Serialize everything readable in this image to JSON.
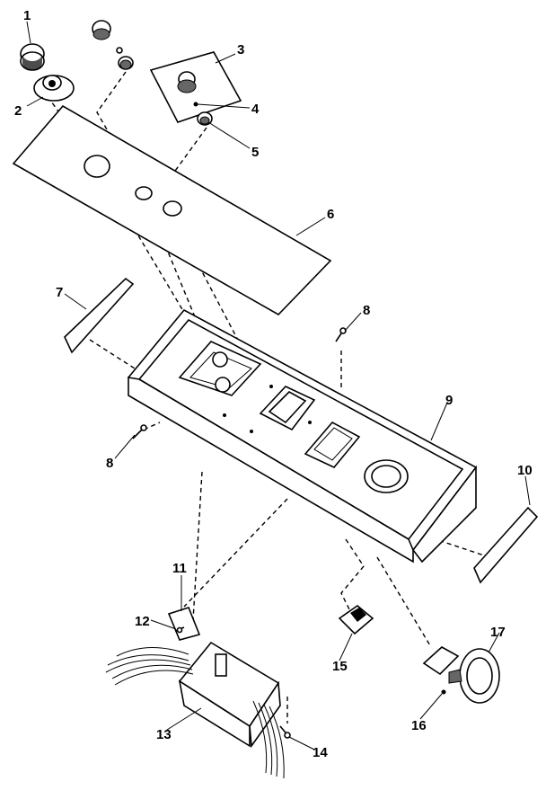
{
  "callouts": [
    "1",
    "2",
    "3",
    "4",
    "5",
    "6",
    "7",
    "8",
    "8",
    "9",
    "10",
    "11",
    "12",
    "13",
    "14",
    "15",
    "16",
    "17"
  ]
}
